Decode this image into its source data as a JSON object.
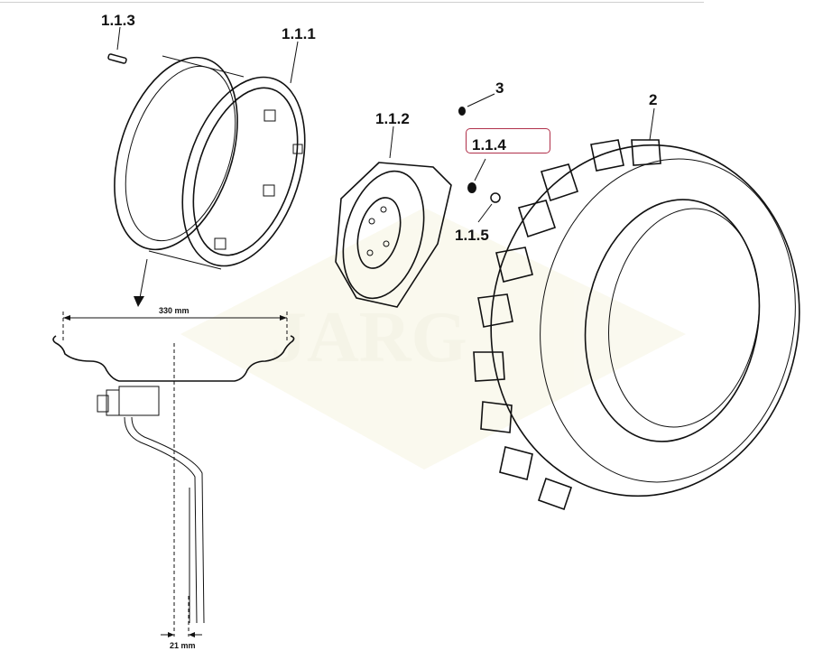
{
  "labels": {
    "rim": "1.1.1",
    "disc": "1.1.2",
    "bolt": "1.1.3",
    "nut": "1.1.4",
    "nut_small": "1.1.5",
    "tyre": "2",
    "valve": "3"
  },
  "highlighted_label": "1.1.4",
  "dimensions": {
    "rim_width": "330 mm",
    "offset": "21 mm"
  },
  "watermark": "JARG",
  "colors": {
    "highlight": "#b0304a",
    "line": "#111111",
    "watermark": "#f3f1dc"
  }
}
